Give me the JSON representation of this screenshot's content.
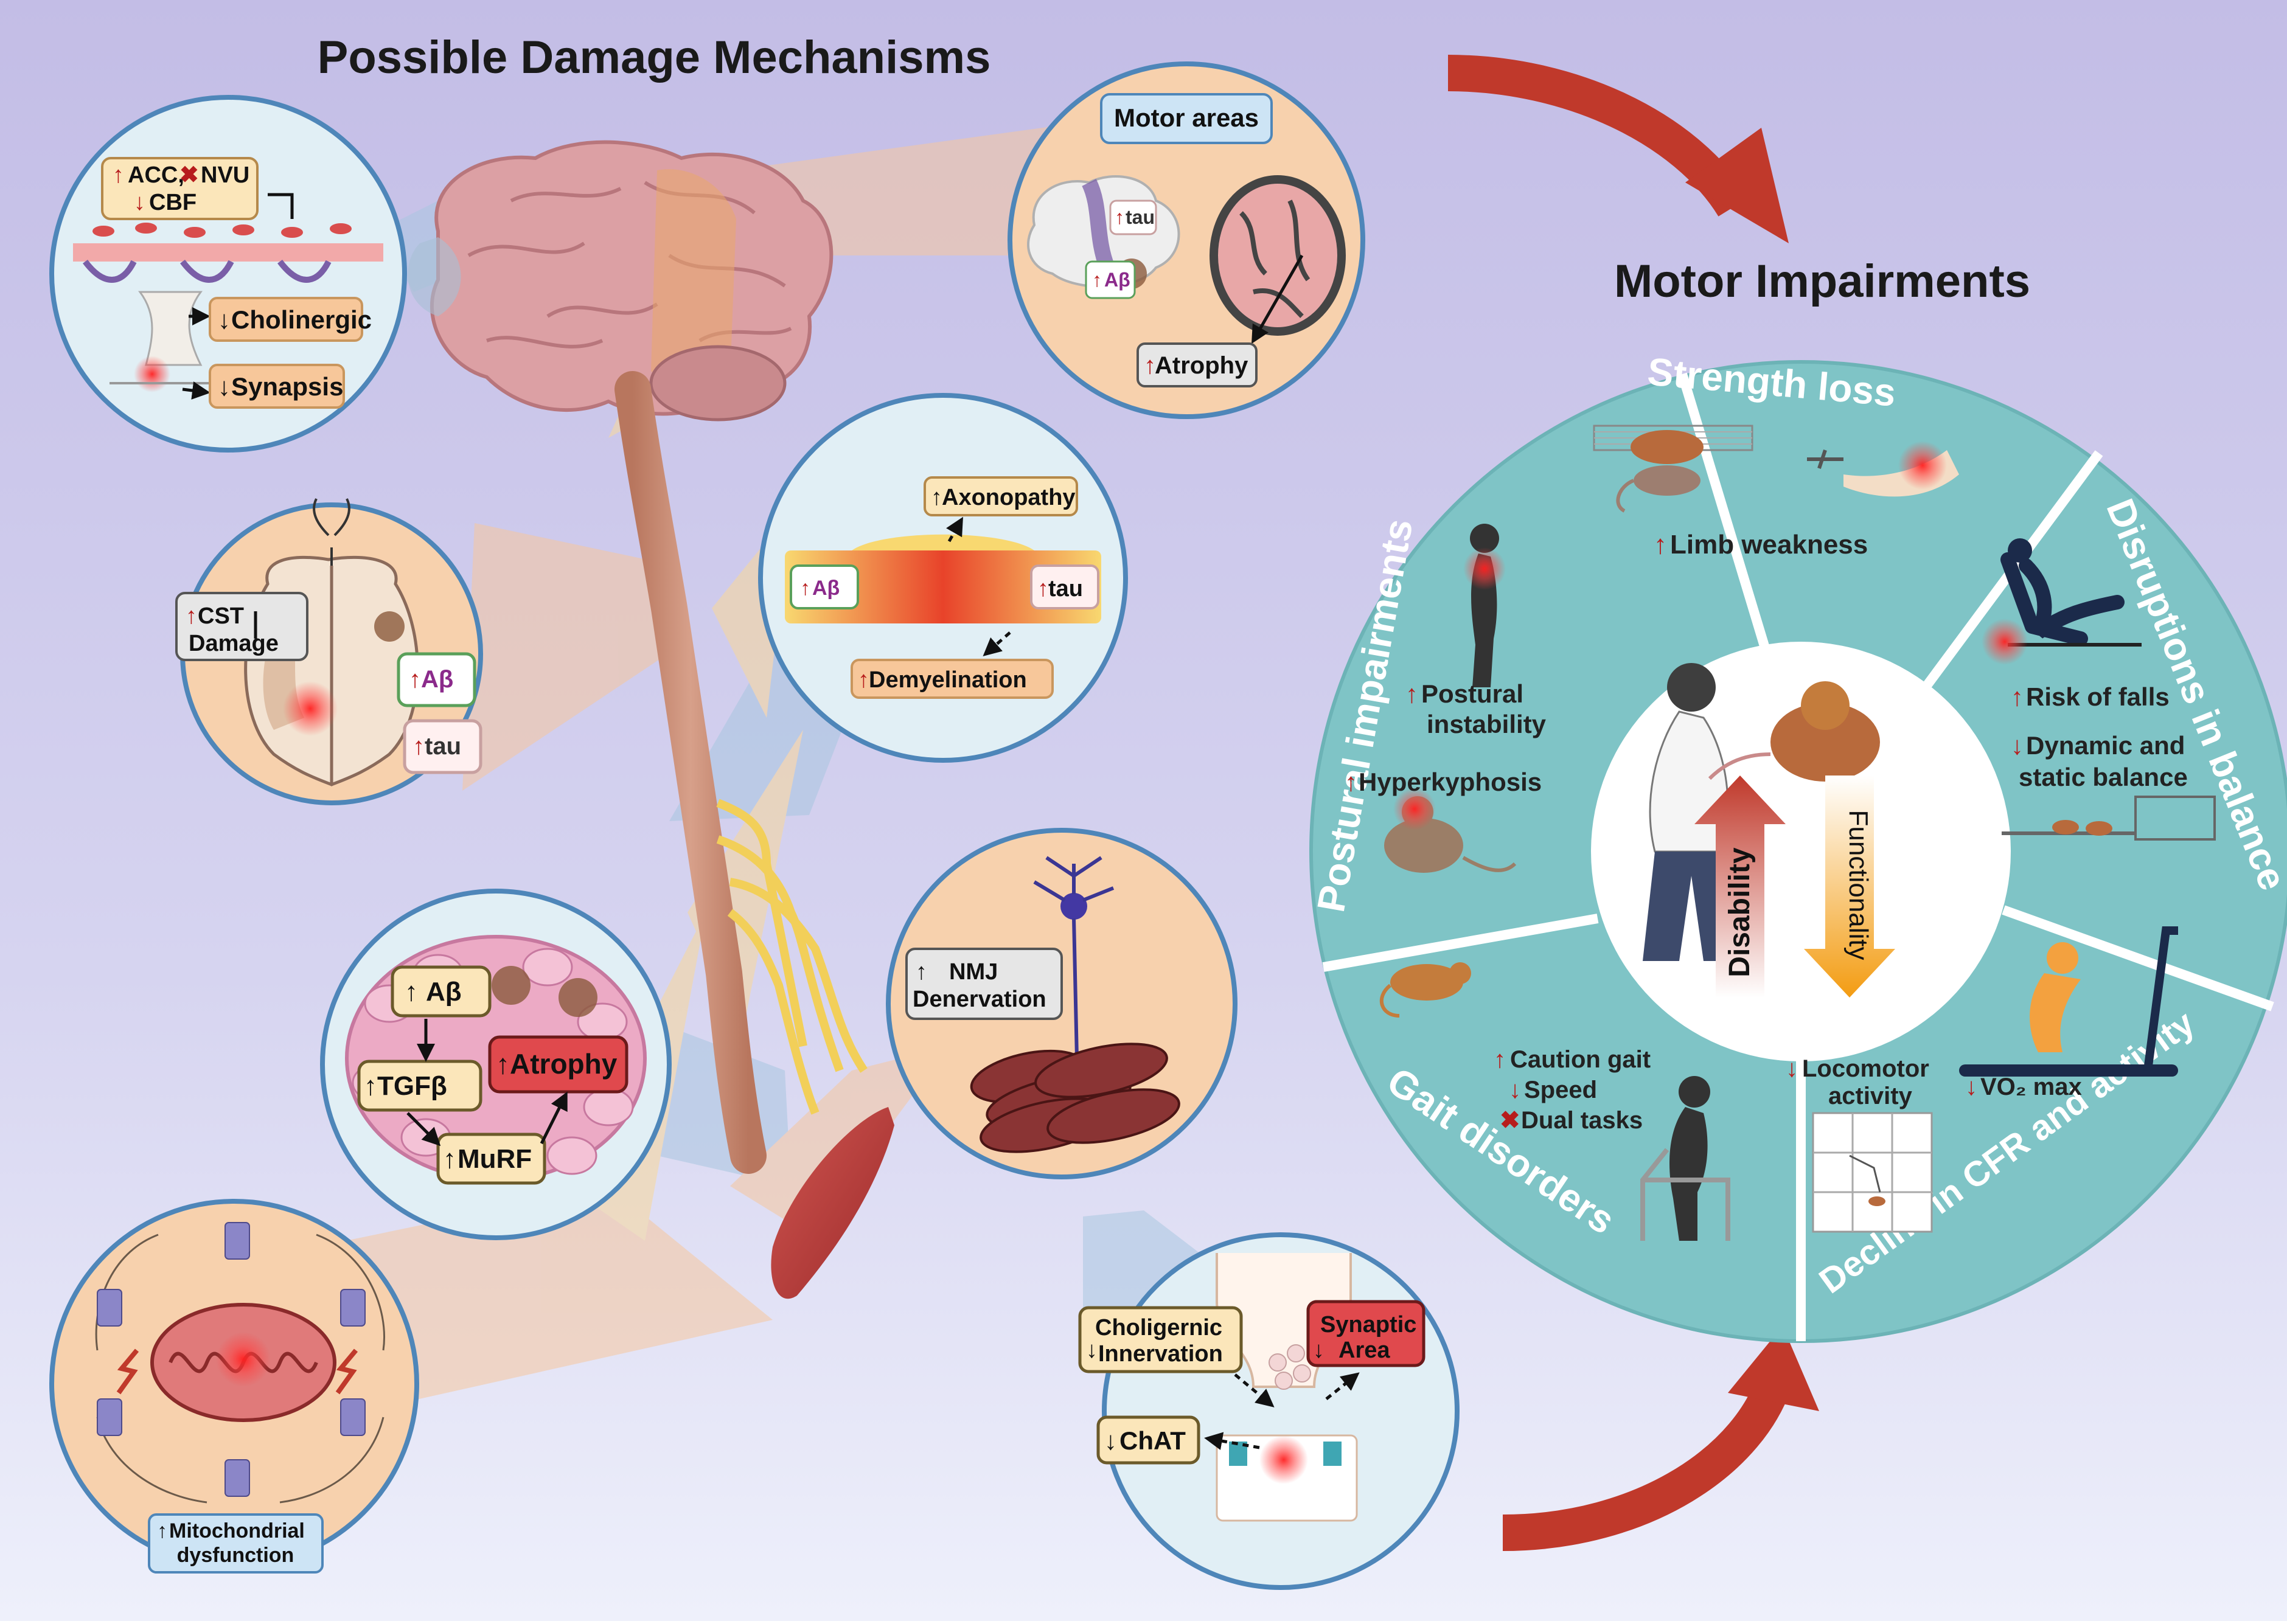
{
  "left": {
    "title": "Possible Damage Mechanisms",
    "vascular": {
      "line1_a": "ACC,",
      "line1_b": "NVU",
      "line2": "CBF",
      "cholinergic": "Cholinergic",
      "synapsis": "Synapsis"
    },
    "motor_areas": {
      "label": "Motor areas",
      "tau": "tau",
      "abeta": "Aβ",
      "atrophy": "Atrophy"
    },
    "spinal": {
      "cst_line1": "CST",
      "cst_line2": "Damage",
      "abeta": "Aβ",
      "tau": "tau"
    },
    "axon": {
      "axonopathy": "Axonopathy",
      "abeta": "Aβ",
      "tau": "tau",
      "demyelination": "Demyelination"
    },
    "muscle": {
      "abeta": "Aβ",
      "tgfb": "TGFβ",
      "murf": "MuRF",
      "atrophy": "Atrophy"
    },
    "nmj": {
      "line1": "NMJ",
      "line2": "Denervation"
    },
    "mito": {
      "line1": "Mitochondrial",
      "line2": "dysfunction"
    },
    "synapse": {
      "choli_line1": "Choligernic",
      "choli_line2": "Innervation",
      "syn_line1": "Synaptic",
      "syn_line2": "Area",
      "chat": "ChAT"
    }
  },
  "right": {
    "title": "Motor Impairments",
    "segments": {
      "strength": "Strength loss",
      "balance": "Disruptions in balance",
      "cfr": "Decline in CFR and activity",
      "gait": "Gait disorders",
      "postural": "Postural impairments"
    },
    "items": {
      "limb_weakness": "Limb weakness",
      "risk_falls": "Risk of falls",
      "dyn_line1": "Dynamic and",
      "dyn_line2": "static balance",
      "locomotor_line1": "Locomotor",
      "locomotor_line2": "activity",
      "vo2": "VO₂ max",
      "caution_gait": "Caution gait",
      "speed": "Speed",
      "dual_tasks": "Dual tasks",
      "postural_line1": "Postural",
      "postural_line2": "instability",
      "hyperkyphosis": "Hyperkyphosis"
    },
    "center": {
      "disability": "Disability",
      "functionality": "Functionality"
    }
  },
  "colors": {
    "bg_top": "#c3bde6",
    "bg_bottom": "#eef0fb",
    "wheel": "#7fc4c6",
    "inset_blue": "#e1eff5",
    "inset_orange": "#f7d1ad",
    "up_red": "#b71c1c",
    "arrow_red": "#c0392b",
    "label_tan": "#fbe6ba",
    "label_pink": "#e0494d"
  }
}
